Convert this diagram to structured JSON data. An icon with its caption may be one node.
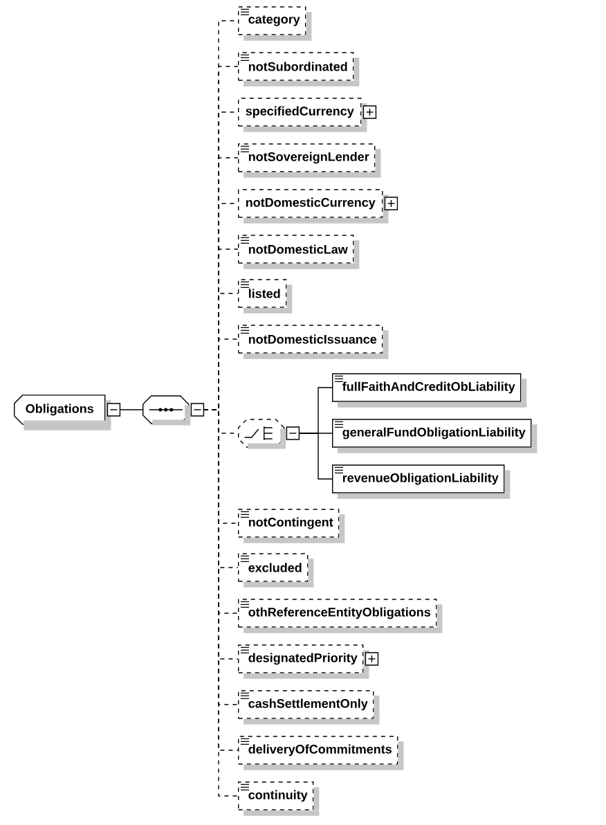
{
  "diagram": {
    "nodes": [
      {
        "text": [
          "Obligations"
        ]
      },
      {
        "text": [],
        "shape": "octagon"
      },
      {
        "text": [
          "category"
        ]
      },
      {
        "text": [
          "notSubordinated"
        ]
      },
      {
        "text": [
          "specifiedCurrency"
        ]
      },
      {
        "text": [
          "notSovereignLender"
        ]
      },
      {
        "text": [
          "notDomesticCurrency"
        ]
      },
      {
        "text": [
          "notDomesticLaw"
        ]
      },
      {
        "text": [
          "listed"
        ]
      },
      {
        "text": [
          "notDomesticIssuance"
        ]
      },
      {
        "text": [],
        "shape": "octagon"
      },
      {
        "text": [
          "fullFaithAndCreditObLiability"
        ]
      },
      {
        "text": [
          "generalFundObligationLiability"
        ]
      },
      {
        "text": [
          "revenueObligationLiability"
        ]
      },
      {
        "text": [
          "notContingent"
        ]
      },
      {
        "text": [
          "excluded"
        ]
      },
      {
        "text": [
          "othReferenceEntityObligations"
        ]
      },
      {
        "text": [
          "designatedPriority"
        ]
      },
      {
        "text": [
          "cashSettlementOnly"
        ]
      },
      {
        "text": [
          "deliveryOfCommitments"
        ]
      },
      {
        "text": [
          "continuity"
        ]
      }
    ],
    "edges": [
      {
        "from": 0,
        "to": 1,
        "arrow": "none"
      },
      {
        "from": 1,
        "to": 2,
        "arrow": "none",
        "style": "dashed"
      },
      {
        "from": 1,
        "to": 3,
        "arrow": "none",
        "style": "dashed"
      },
      {
        "from": 1,
        "to": 4,
        "arrow": "none",
        "style": "dashed"
      },
      {
        "from": 1,
        "to": 5,
        "arrow": "none",
        "style": "dashed"
      },
      {
        "from": 1,
        "to": 6,
        "arrow": "none",
        "style": "dashed"
      },
      {
        "from": 1,
        "to": 7,
        "arrow": "none",
        "style": "dashed"
      },
      {
        "from": 1,
        "to": 8,
        "arrow": "none",
        "style": "dashed"
      },
      {
        "from": 1,
        "to": 9,
        "arrow": "none",
        "style": "dashed"
      },
      {
        "from": 1,
        "to": 10,
        "arrow": "none",
        "style": "dashed"
      },
      {
        "from": 10,
        "to": 11,
        "arrow": "none"
      },
      {
        "from": 10,
        "to": 12,
        "arrow": "none"
      },
      {
        "from": 10,
        "to": 13,
        "arrow": "none"
      },
      {
        "from": 1,
        "to": 14,
        "arrow": "none",
        "style": "dashed"
      },
      {
        "from": 1,
        "to": 15,
        "arrow": "none",
        "style": "dashed"
      },
      {
        "from": 1,
        "to": 16,
        "arrow": "none",
        "style": "dashed"
      },
      {
        "from": 1,
        "to": 17,
        "arrow": "none",
        "style": "dashed"
      },
      {
        "from": 1,
        "to": 18,
        "arrow": "none",
        "style": "dashed"
      },
      {
        "from": 1,
        "to": 19,
        "arrow": "none",
        "style": "dashed"
      },
      {
        "from": 1,
        "to": 20,
        "arrow": "none",
        "style": "dashed"
      }
    ]
  }
}
